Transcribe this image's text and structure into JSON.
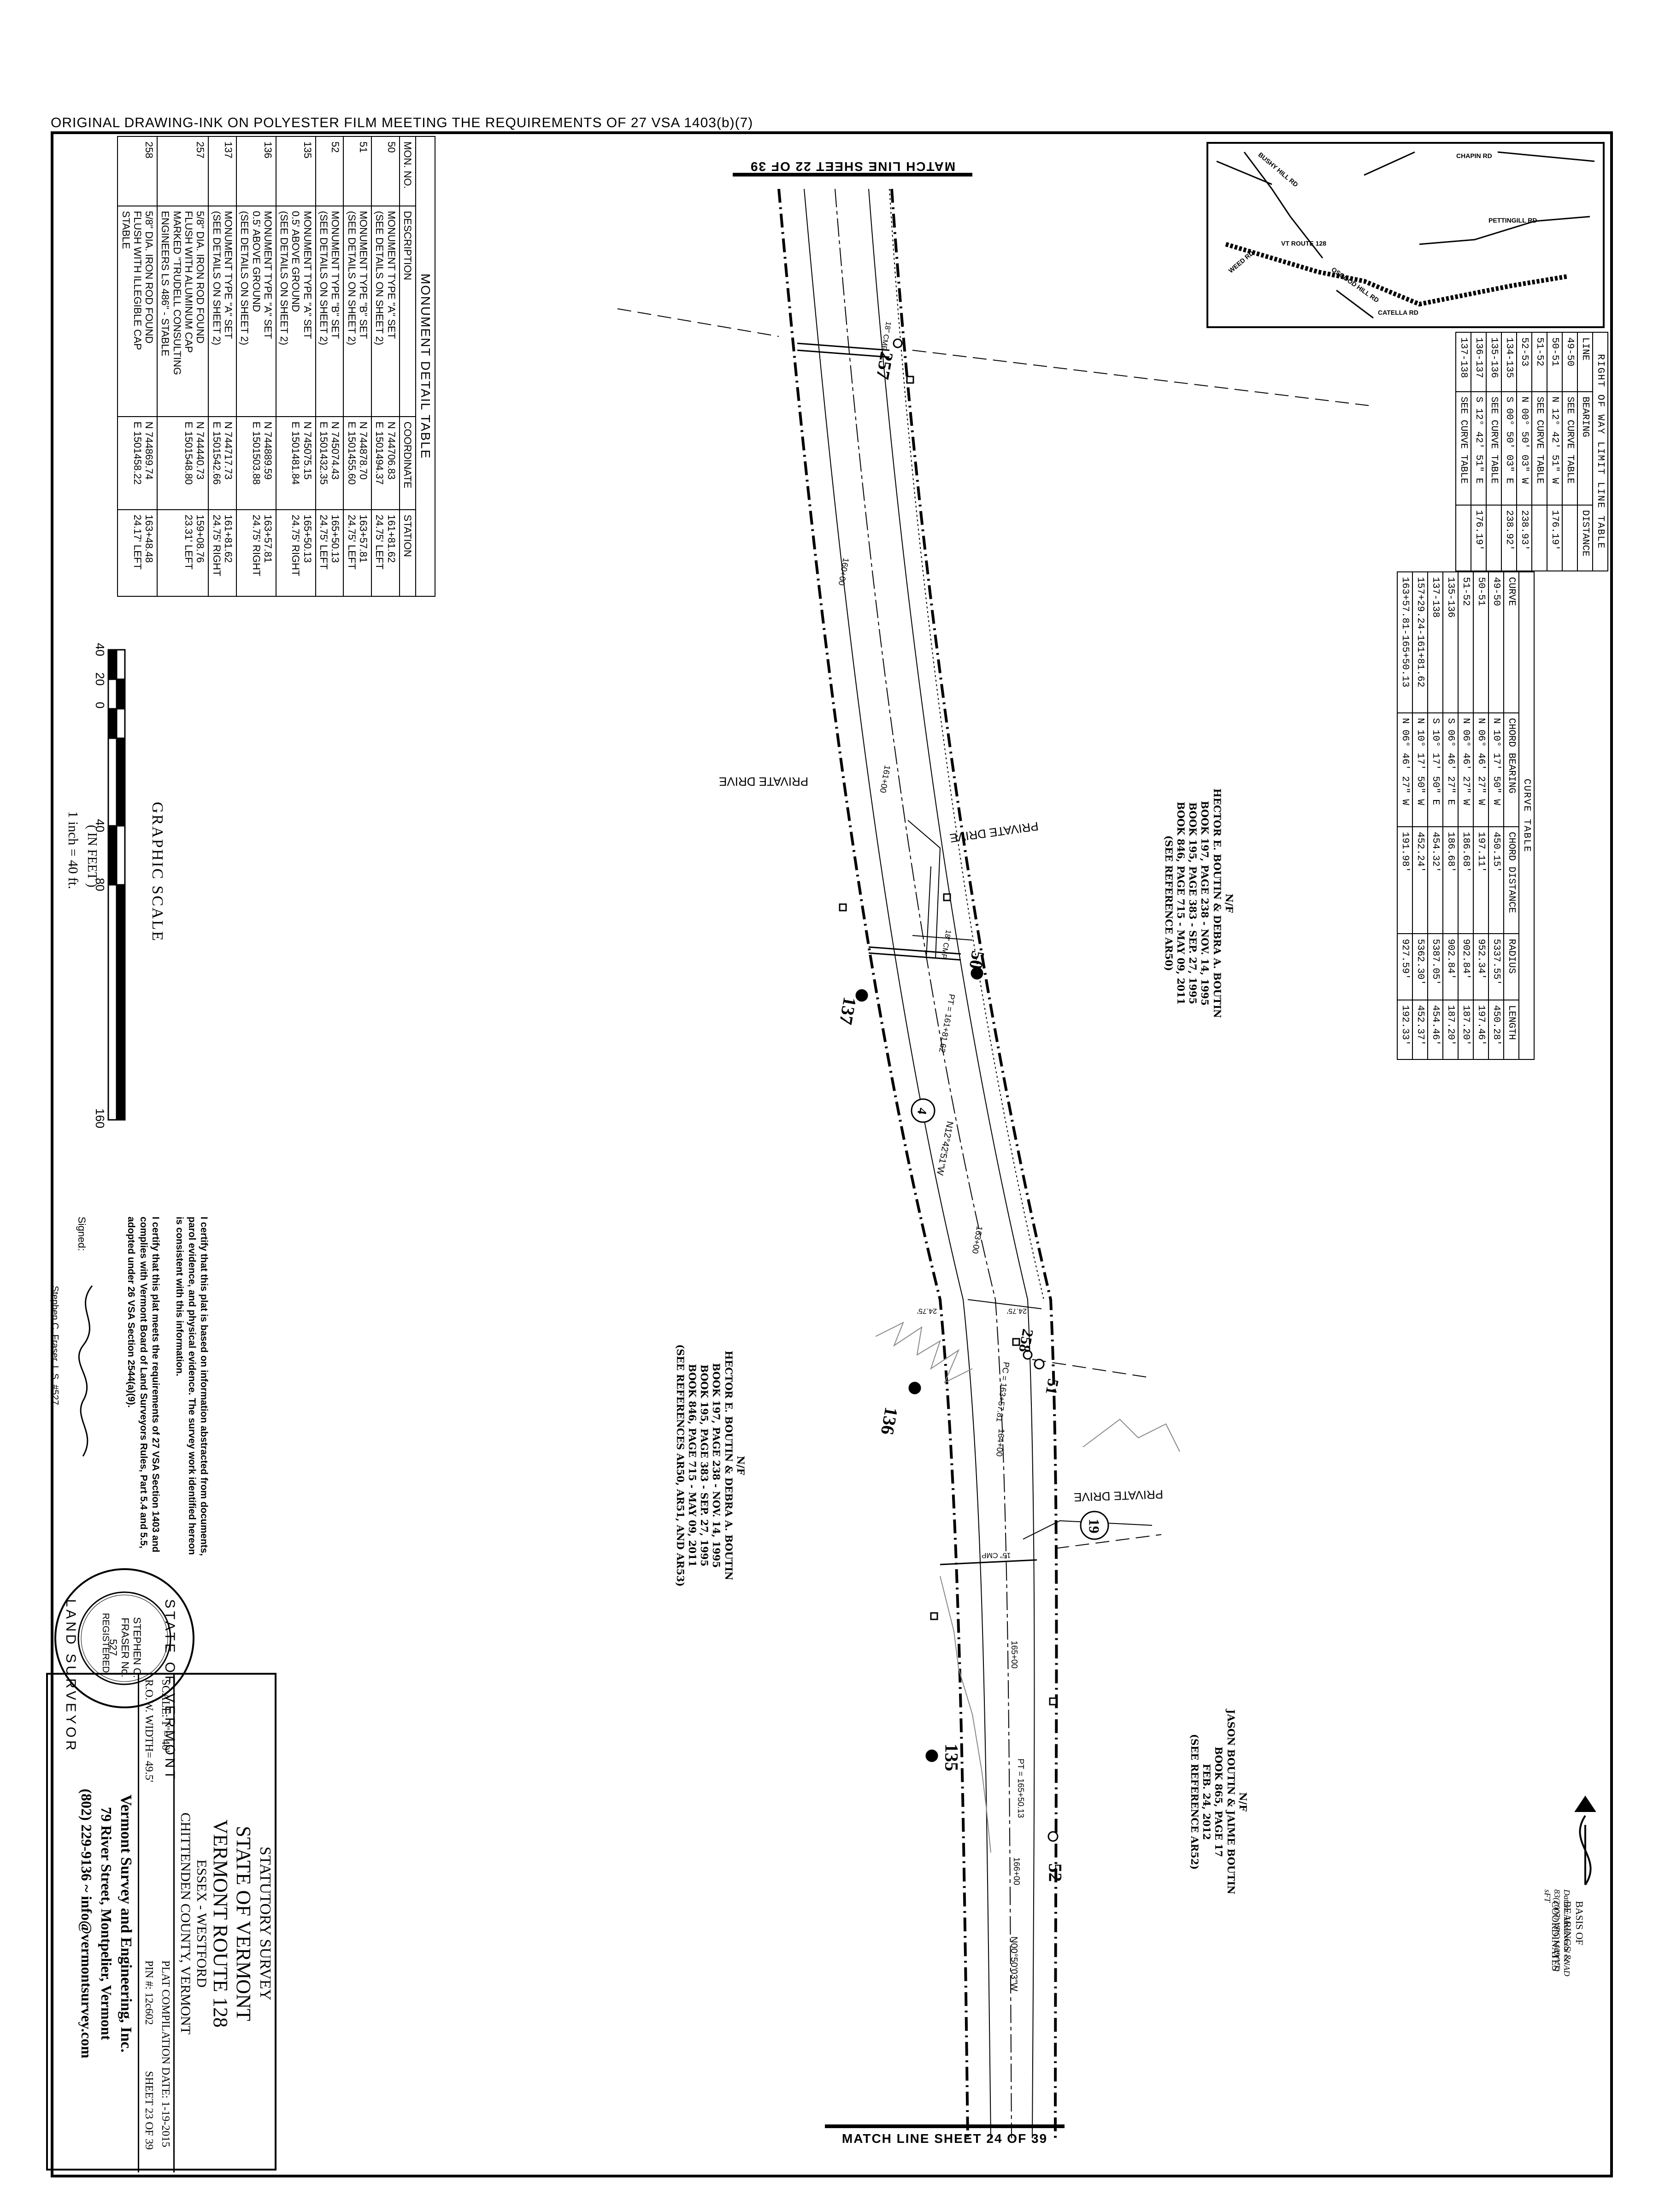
{
  "header_note": "ORIGINAL DRAWING-INK ON POLYESTER FILM MEETING THE REQUIREMENTS OF 27 VSA 1403(b)(7)",
  "match_lines": {
    "top": "MATCH LINE SHEET 22 OF 39",
    "bottom": "MATCH LINE SHEET 24 OF 39"
  },
  "monument_table": {
    "title": "MONUMENT DETAIL TABLE",
    "headers": [
      "MON. NO.",
      "DESCRIPTION",
      "COORDINATE",
      "STATION"
    ],
    "rows": [
      [
        "50",
        "MONUMENT TYPE \"A\" SET\n(SEE DETAILS ON SHEET 2)",
        "N 744706.83\nE 1501494.37",
        "161+81.62\n24.75' LEFT"
      ],
      [
        "51",
        "MONUMENT TYPE \"B\" SET\n(SEE DETAILS ON SHEET 2)",
        "N 744878.70\nE 1501455.60",
        "163+57.81\n24.75' LEFT"
      ],
      [
        "52",
        "MONUMENT TYPE \"B\" SET\n(SEE DETAILS ON SHEET 2)",
        "N 745074.43\nE 1501432.35",
        "165+50.13\n24.75' LEFT"
      ],
      [
        "135",
        "MONUMENT TYPE \"A\" SET\n0.5' ABOVE GROUND\n(SEE DETAILS ON SHEET 2)",
        "N 745075.15\nE 1501481.84",
        "165+50.13\n24.75' RIGHT"
      ],
      [
        "136",
        "MONUMENT TYPE \"A\" SET\n0.5' ABOVE GROUND\n(SEE DETAILS ON SHEET 2)",
        "N 744889.59\nE 1501503.88",
        "163+57.81\n24.75' RIGHT"
      ],
      [
        "137",
        "MONUMENT TYPE \"A\" SET\n(SEE DETAILS ON SHEET 2)",
        "N 744717.73\nE 1501542.66",
        "161+81.62\n24.75' RIGHT"
      ],
      [
        "257",
        "5/8\" DIA. IRON ROD FOUND\nFLUSH WITH ALUMINUM CAP\nMARKED \"TRUDELL CONSULTING\nENGINEERS LS 486\" - STABLE",
        "N 744440.73\nE 1501548.80",
        "159+08.76\n23.31' LEFT"
      ],
      [
        "258",
        "5/8\" DIA. IRON ROD FOUND\nFLUSH WITH ILLEGIBLE CAP\nSTABLE",
        "N 744869.74\nE 1501458.22",
        "163+48.48\n24.17' LEFT"
      ]
    ]
  },
  "row_table": {
    "title": "RIGHT OF WAY LIMIT LINE TABLE",
    "headers": [
      "LINE",
      "BEARING",
      "DISTANCE"
    ],
    "rows": [
      [
        "49-50",
        "SEE CURVE TABLE",
        ""
      ],
      [
        "50-51",
        "N 12° 42' 51\" W",
        "176.19'"
      ],
      [
        "51-52",
        "SEE CURVE TABLE",
        ""
      ],
      [
        "52-53",
        "N 00° 50' 03\" W",
        "238.93'"
      ],
      [
        "134-135",
        "S 00° 50' 03\" E",
        "238.92'"
      ],
      [
        "135-136",
        "SEE CURVE TABLE",
        ""
      ],
      [
        "136-137",
        "S 12° 42' 51\" E",
        "176.19'"
      ],
      [
        "137-138",
        "SEE CURVE TABLE",
        ""
      ]
    ]
  },
  "curve_table": {
    "title": "CURVE TABLE",
    "headers": [
      "CURVE",
      "CHORD BEARING",
      "CHORD DISTANCE",
      "RADIUS",
      "LENGTH"
    ],
    "rows": [
      [
        "49-50",
        "N 10° 17' 50\" W",
        "450.15'",
        "5337.55'",
        "450.28'"
      ],
      [
        "50-51",
        "N 06° 46' 27\" W",
        "197.11'",
        "952.34'",
        "197.46'"
      ],
      [
        "51-52",
        "N 06° 46' 27\" W",
        "186.68'",
        "902.84'",
        "187.20'"
      ],
      [
        "135-136",
        "S 06° 46' 27\" E",
        "186.68'",
        "902.84'",
        "187.20'"
      ],
      [
        "137-138",
        "S 10° 17' 50\" E",
        "454.32'",
        "5387.05'",
        "454.46'"
      ],
      [
        "157+29.24-161+81.62",
        "N 10° 17' 50\" W",
        "452.24'",
        "5362.30'",
        "452.37'"
      ],
      [
        "163+57.81-165+50.13",
        "N 06° 46' 27\" W",
        "191.98'",
        "927.59'",
        "192.33'"
      ]
    ]
  },
  "graphic_scale": {
    "title": "GRAPHIC SCALE",
    "ticks": [
      "40",
      "20",
      "0",
      "40",
      "80",
      "160"
    ],
    "unit": "( IN FEET )",
    "ratio": "1 inch = 40 ft."
  },
  "owners": {
    "owner_a": "N/F\nHECTOR E. BOUTIN & DEBRA A. BOUTIN\nBOOK 197, PAGE 238 - NOV. 14, 1995\nBOOK 195, PAGE 383 - SEP. 27, 1995\nBOOK 846, PAGE 715 - MAY 09, 2011\n(SEE REFERENCE AR50)",
    "owner_b": "N/F\nHECTOR E. BOUTIN & DEBRA A. BOUTIN\nBOOK 197, PAGE 238 - NOV. 14, 1995\nBOOK 195, PAGE 383 - SEP. 27, 1995\nBOOK 846, PAGE 715 - MAY 09, 2011\n(SEE REFERENCES AR50, AR51, AND AR53)",
    "owner_c": "N/F\nJASON BOUTIN & JAIME BOUTIN\nBOOK 865, PAGE 17\nFEB. 24, 2012\n(SEE REFERENCE AR52)"
  },
  "plan_labels": {
    "private_drive": "PRIVATE DRIVE",
    "mon_257": "257",
    "mon_50": "50",
    "mon_137": "137",
    "mon_258": "258",
    "mon_51": "51",
    "mon_136": "136",
    "mon_135": "135",
    "mon_52": "52",
    "parcel_4": "4",
    "parcel_19": "19",
    "bearing_1": "N12°42'51\"W",
    "bearing_2": "N00°50'03\"W",
    "sta_160": "160+00",
    "sta_161": "161+00",
    "sta_163": "163+00",
    "sta_164": "164+00",
    "sta_165": "165+00",
    "sta_166": "166+00",
    "pt_1": "PT = 161+81.62",
    "pc_1": "PC = 163+57.81",
    "pt_2": "PT = 165+50.13",
    "cmp_1": "18\" CMP",
    "cmp_2": "18\" CMP",
    "cmp_3": "15\" CMP",
    "offset_1": "24.75'",
    "offset_2": "24.75'"
  },
  "basis": {
    "line1": "BASIS OF BEARINGS & COORDINATES",
    "line2": "Datum: Horizontal - NAD 83(2007) VPC 1409(VT) sFT"
  },
  "certification": {
    "text": "I certify that this plat is based on information abstracted from documents, parol evidence, and physical evidence. The survey work identified hereon is consistent with this information.\n\nI certify that this plat meets the requirements of 27 VSA Section 1403 and complies with Vermont Board of Land Surveyors Rules, Part 5.4 and 5.5, adopted under 26 VSA Section 2544(a)(9).",
    "signed_label": "Signed:",
    "signer": "Stephen C. Fraser, L.S. #527"
  },
  "seal": {
    "outer_top": "STATE OF VERMONT",
    "outer_bottom": "LAND SURVEYOR",
    "inner": "STEPHEN C. FRASER No. 527",
    "registered": "REGISTERED"
  },
  "title_block": {
    "line1": "STATUTORY SURVEY",
    "line2": "STATE OF VERMONT",
    "line3": "VERMONT ROUTE 128",
    "line4": "ESSEX - WESTFORD",
    "line5": "CHITTENDEN COUNTY, VERMONT",
    "scale": "SCALE: 1\"= 40'",
    "plat_date": "PLAT COMPILATION DATE: 1-19-2015",
    "row_width": "R.O.W. WIDTH= 49.5'",
    "pin": "PIN #: 12c602",
    "sheet": "SHEET 23 OF 39",
    "firm": "Vermont Survey and Engineering, Inc.",
    "address": "79 River Street, Montpelier, Vermont",
    "contact": "(802) 229-9136 ~ info@vermontsurvey.com"
  },
  "location_map": {
    "roads": [
      "CHAPIN RD",
      "PETTINGILL RD",
      "OSGOOD HILL RD",
      "CATELLA RD",
      "BUSHY HILL RD",
      "WEED RD"
    ],
    "route": "VT ROUTE 128"
  }
}
